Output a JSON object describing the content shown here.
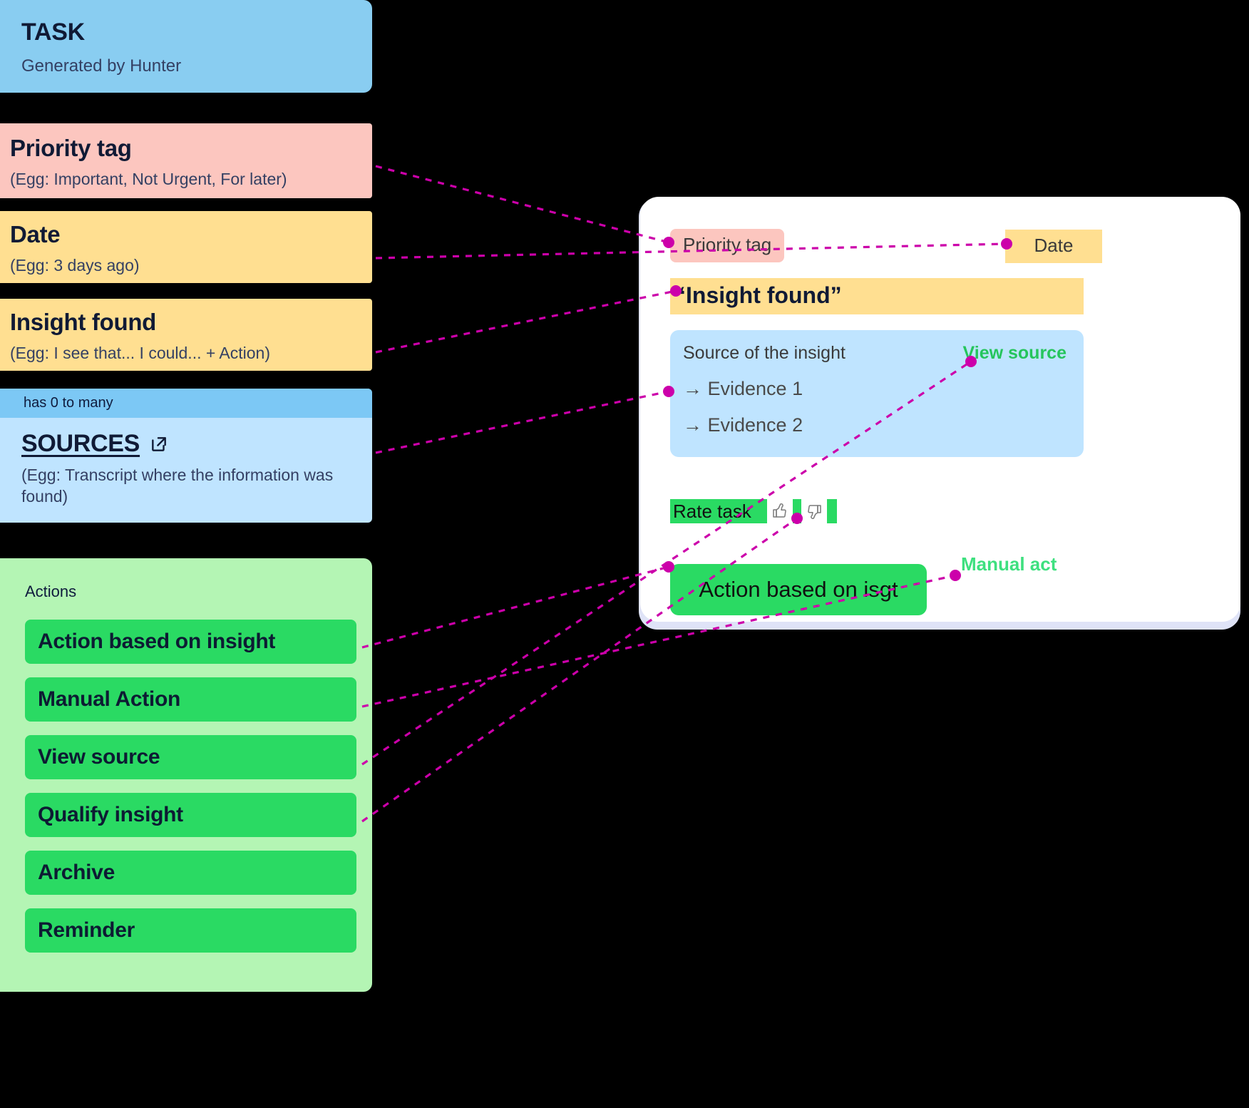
{
  "legend": {
    "task": {
      "title": "TASK",
      "subtitle": "Generated by Hunter"
    },
    "priority": {
      "title": "Priority tag",
      "subtitle": "(Egg: Important, Not Urgent, For later)"
    },
    "date": {
      "title": "Date",
      "subtitle": "(Egg: 3 days ago)"
    },
    "insight": {
      "title": "Insight found",
      "subtitle": "(Egg: I see that... I could... + Action)"
    },
    "sources": {
      "relation": "has 0 to many",
      "title": "SOURCES",
      "link_icon": "external-link-icon",
      "subtitle": "(Egg: Transcript where the information was found)"
    },
    "actions": {
      "label": "Actions",
      "items": [
        "Action based on insight",
        "Manual Action",
        "View source",
        "Qualify insight",
        "Archive",
        "Reminder"
      ]
    }
  },
  "mockup": {
    "priority_tag": "Priority tag",
    "date_tag": "Date",
    "insight_title": "“Insight found”",
    "source": {
      "title": "Source of the insight",
      "view_source_link": "View source",
      "evidence": [
        "→ Evidence 1",
        "→ Evidence 2"
      ]
    },
    "rate": {
      "label": "Rate task",
      "thumb_up_icon": "thumbs-up-icon",
      "thumb_down_icon": "thumbs-down-icon"
    },
    "primary_action": "Action based on isgt",
    "manual_action_link": "Manual act"
  },
  "colors": {
    "background": "#000000",
    "task_blue": "#89cdf1",
    "priority_pink": "#fcc6bf",
    "date_yellow": "#ffdf91",
    "sources_blue": "#bfe4ff",
    "sources_header_blue": "#7cc8f5",
    "actions_bg_green": "#b4f5b4",
    "action_green": "#2ada63",
    "connector_magenta": "#cc00aa",
    "card_white": "#ffffff",
    "card_shadow_lavender": "#dfe3f7",
    "ink": "#0f1b3d"
  }
}
